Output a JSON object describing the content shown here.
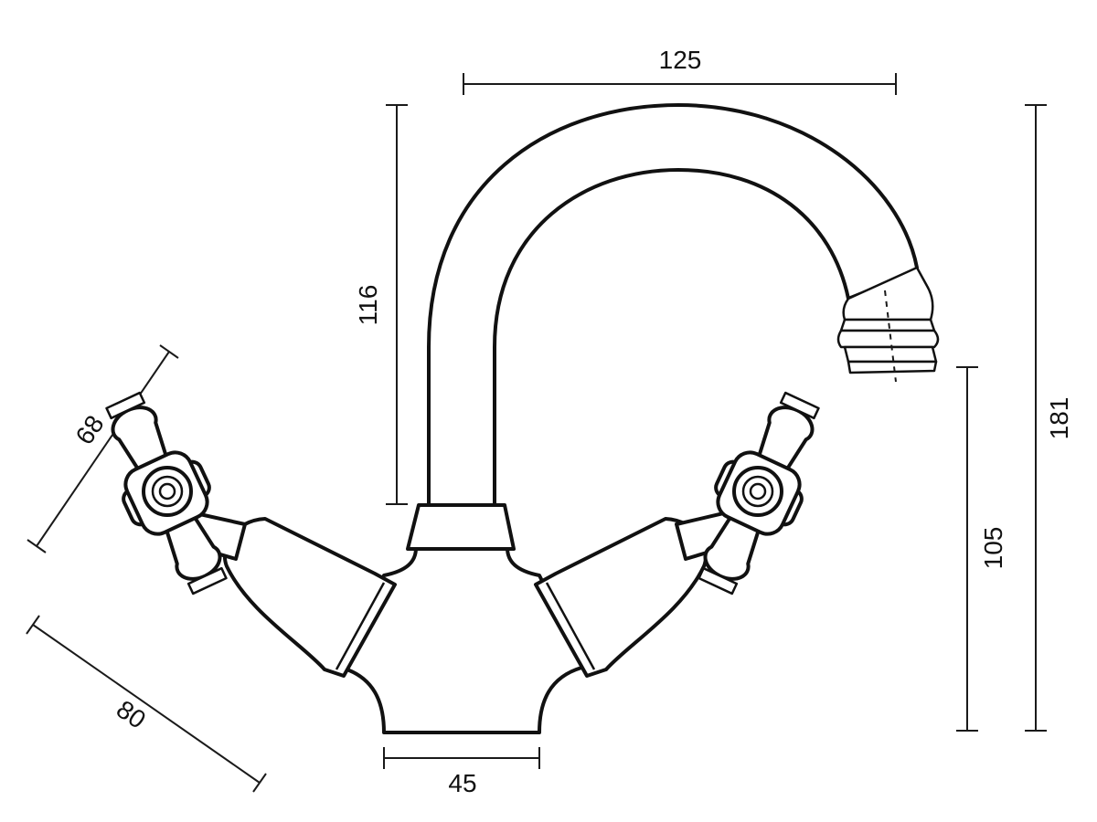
{
  "dimensions": {
    "spout_reach": "125",
    "spout_height": "116",
    "outlet_height": "105",
    "total_height": "181",
    "handle_length": "68",
    "body_width": "80",
    "base_width": "45"
  },
  "colors": {
    "line": "#111111",
    "background": "#ffffff"
  }
}
